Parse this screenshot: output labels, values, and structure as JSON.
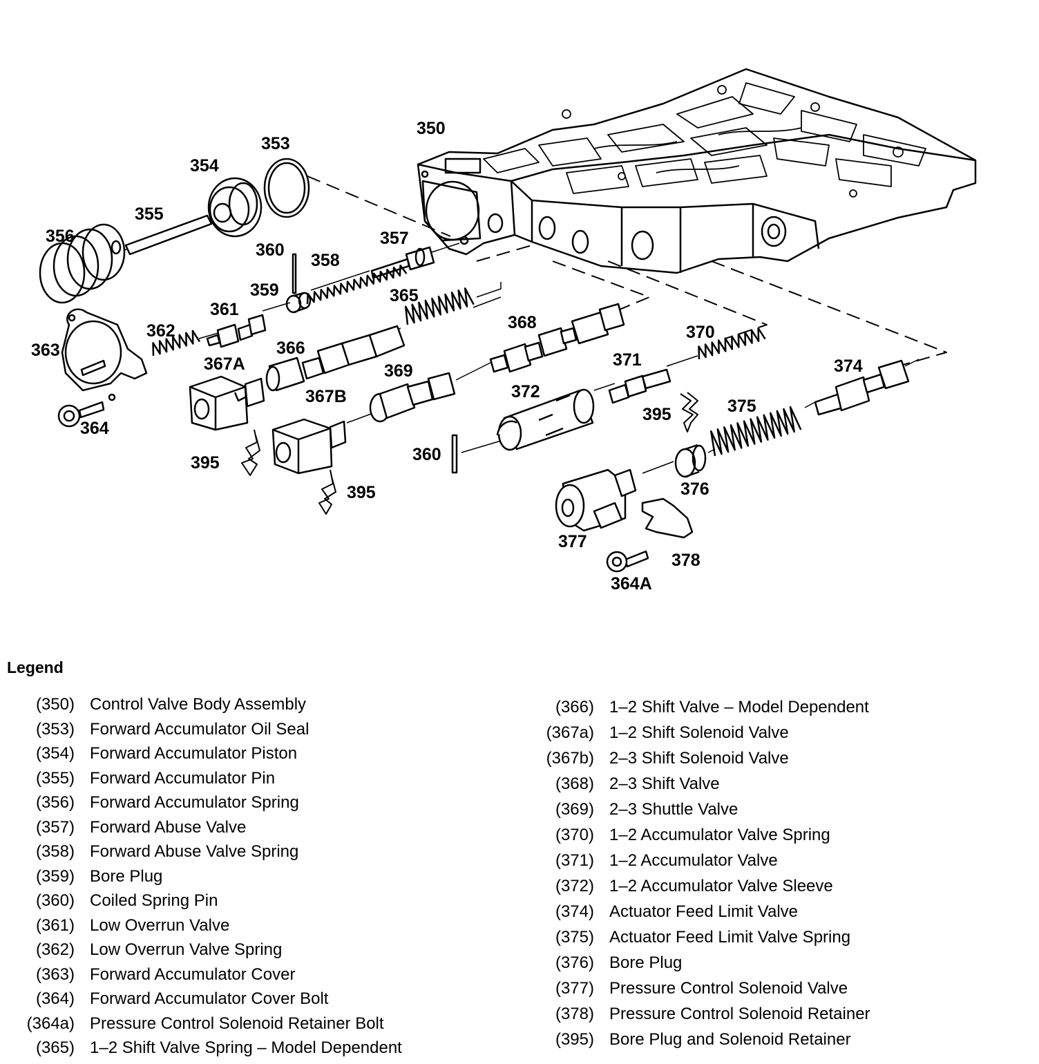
{
  "diagram": {
    "callouts": {
      "c350": "350",
      "c353": "353",
      "c354": "354",
      "c355": "355",
      "c356": "356",
      "c357": "357",
      "c358": "358",
      "c359": "359",
      "c360a": "360",
      "c360b": "360",
      "c361": "361",
      "c362": "362",
      "c363": "363",
      "c364": "364",
      "c364A": "364A",
      "c365": "365",
      "c366": "366",
      "c367A": "367A",
      "c367B": "367B",
      "c368": "368",
      "c369": "369",
      "c370": "370",
      "c371": "371",
      "c372": "372",
      "c374": "374",
      "c375": "375",
      "c376": "376",
      "c377": "377",
      "c378": "378",
      "c395a": "395",
      "c395b": "395",
      "c395c": "395"
    }
  },
  "legend": {
    "title": "Legend",
    "left": [
      {
        "code": "(350)",
        "desc": "Control Valve Body Assembly"
      },
      {
        "code": "(353)",
        "desc": "Forward Accumulator Oil Seal"
      },
      {
        "code": "(354)",
        "desc": "Forward Accumulator Piston"
      },
      {
        "code": "(355)",
        "desc": "Forward Accumulator Pin"
      },
      {
        "code": "(356)",
        "desc": "Forward Accumulator Spring"
      },
      {
        "code": "(357)",
        "desc": "Forward Abuse Valve"
      },
      {
        "code": "(358)",
        "desc": "Forward Abuse Valve Spring"
      },
      {
        "code": "(359)",
        "desc": "Bore Plug"
      },
      {
        "code": "(360)",
        "desc": "Coiled Spring Pin"
      },
      {
        "code": "(361)",
        "desc": "Low Overrun Valve"
      },
      {
        "code": "(362)",
        "desc": "Low Overrun Valve Spring"
      },
      {
        "code": "(363)",
        "desc": "Forward Accumulator Cover"
      },
      {
        "code": "(364)",
        "desc": "Forward Accumulator Cover Bolt"
      },
      {
        "code": "(364a)",
        "desc": "Pressure Control Solenoid Retainer Bolt"
      },
      {
        "code": "(365)",
        "desc": "1–2 Shift Valve Spring – Model Dependent"
      }
    ],
    "right": [
      {
        "code": "(366)",
        "desc": "1–2 Shift Valve – Model Dependent"
      },
      {
        "code": "(367a)",
        "desc": "1–2 Shift Solenoid Valve"
      },
      {
        "code": "(367b)",
        "desc": "2–3 Shift Solenoid Valve"
      },
      {
        "code": "(368)",
        "desc": "2–3 Shift Valve"
      },
      {
        "code": "(369)",
        "desc": "2–3 Shuttle Valve"
      },
      {
        "code": "(370)",
        "desc": "1–2 Accumulator Valve Spring"
      },
      {
        "code": "(371)",
        "desc": "1–2 Accumulator Valve"
      },
      {
        "code": "(372)",
        "desc": "1–2 Accumulator Valve Sleeve"
      },
      {
        "code": "(374)",
        "desc": "Actuator Feed Limit Valve"
      },
      {
        "code": "(375)",
        "desc": "Actuator Feed Limit Valve Spring"
      },
      {
        "code": "(376)",
        "desc": "Bore Plug"
      },
      {
        "code": "(377)",
        "desc": "Pressure Control Solenoid Valve"
      },
      {
        "code": "(378)",
        "desc": "Pressure Control Solenoid Retainer"
      },
      {
        "code": "(395)",
        "desc": "Bore Plug and Solenoid Retainer"
      }
    ]
  }
}
